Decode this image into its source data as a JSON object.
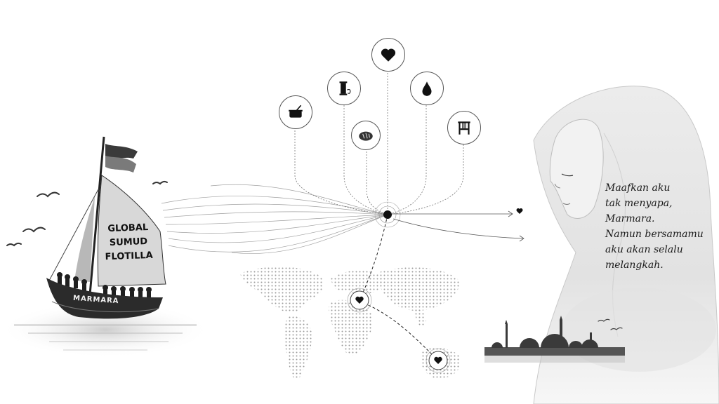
{
  "boat": {
    "sail_label": "GLOBAL\nSUMUD\nFLOTILLA",
    "hull_name": "MARMARA"
  },
  "network": {
    "icons": [
      "heart-icon",
      "thread-spool-icon",
      "water-drop-icon",
      "cooking-pot-icon",
      "bread-icon",
      "loom-icon"
    ]
  },
  "poem": {
    "lines": [
      "Maafkan aku",
      "tak menyapa,",
      "Marmara.",
      "Namun bersamamu",
      "aku akan selalu",
      "melangkah."
    ]
  },
  "colors": {
    "ink": "#111111",
    "background": "#ffffff",
    "wash": "#d9d9d9"
  }
}
